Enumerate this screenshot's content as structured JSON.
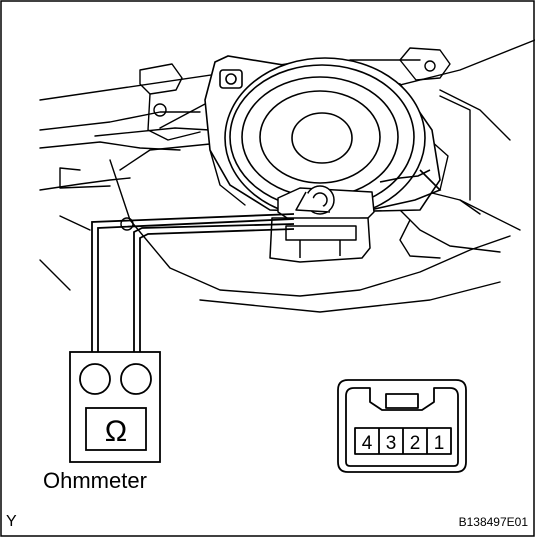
{
  "ohmmeter": {
    "label": "Ohmmeter",
    "symbol": "Ω"
  },
  "connector": {
    "pins": [
      "4",
      "3",
      "2",
      "1"
    ]
  },
  "footer": {
    "left_code": "Y",
    "figure_id": "B138497E01"
  },
  "icons": {
    "speaker": "speaker-icon",
    "meter": "ohmmeter-icon"
  }
}
